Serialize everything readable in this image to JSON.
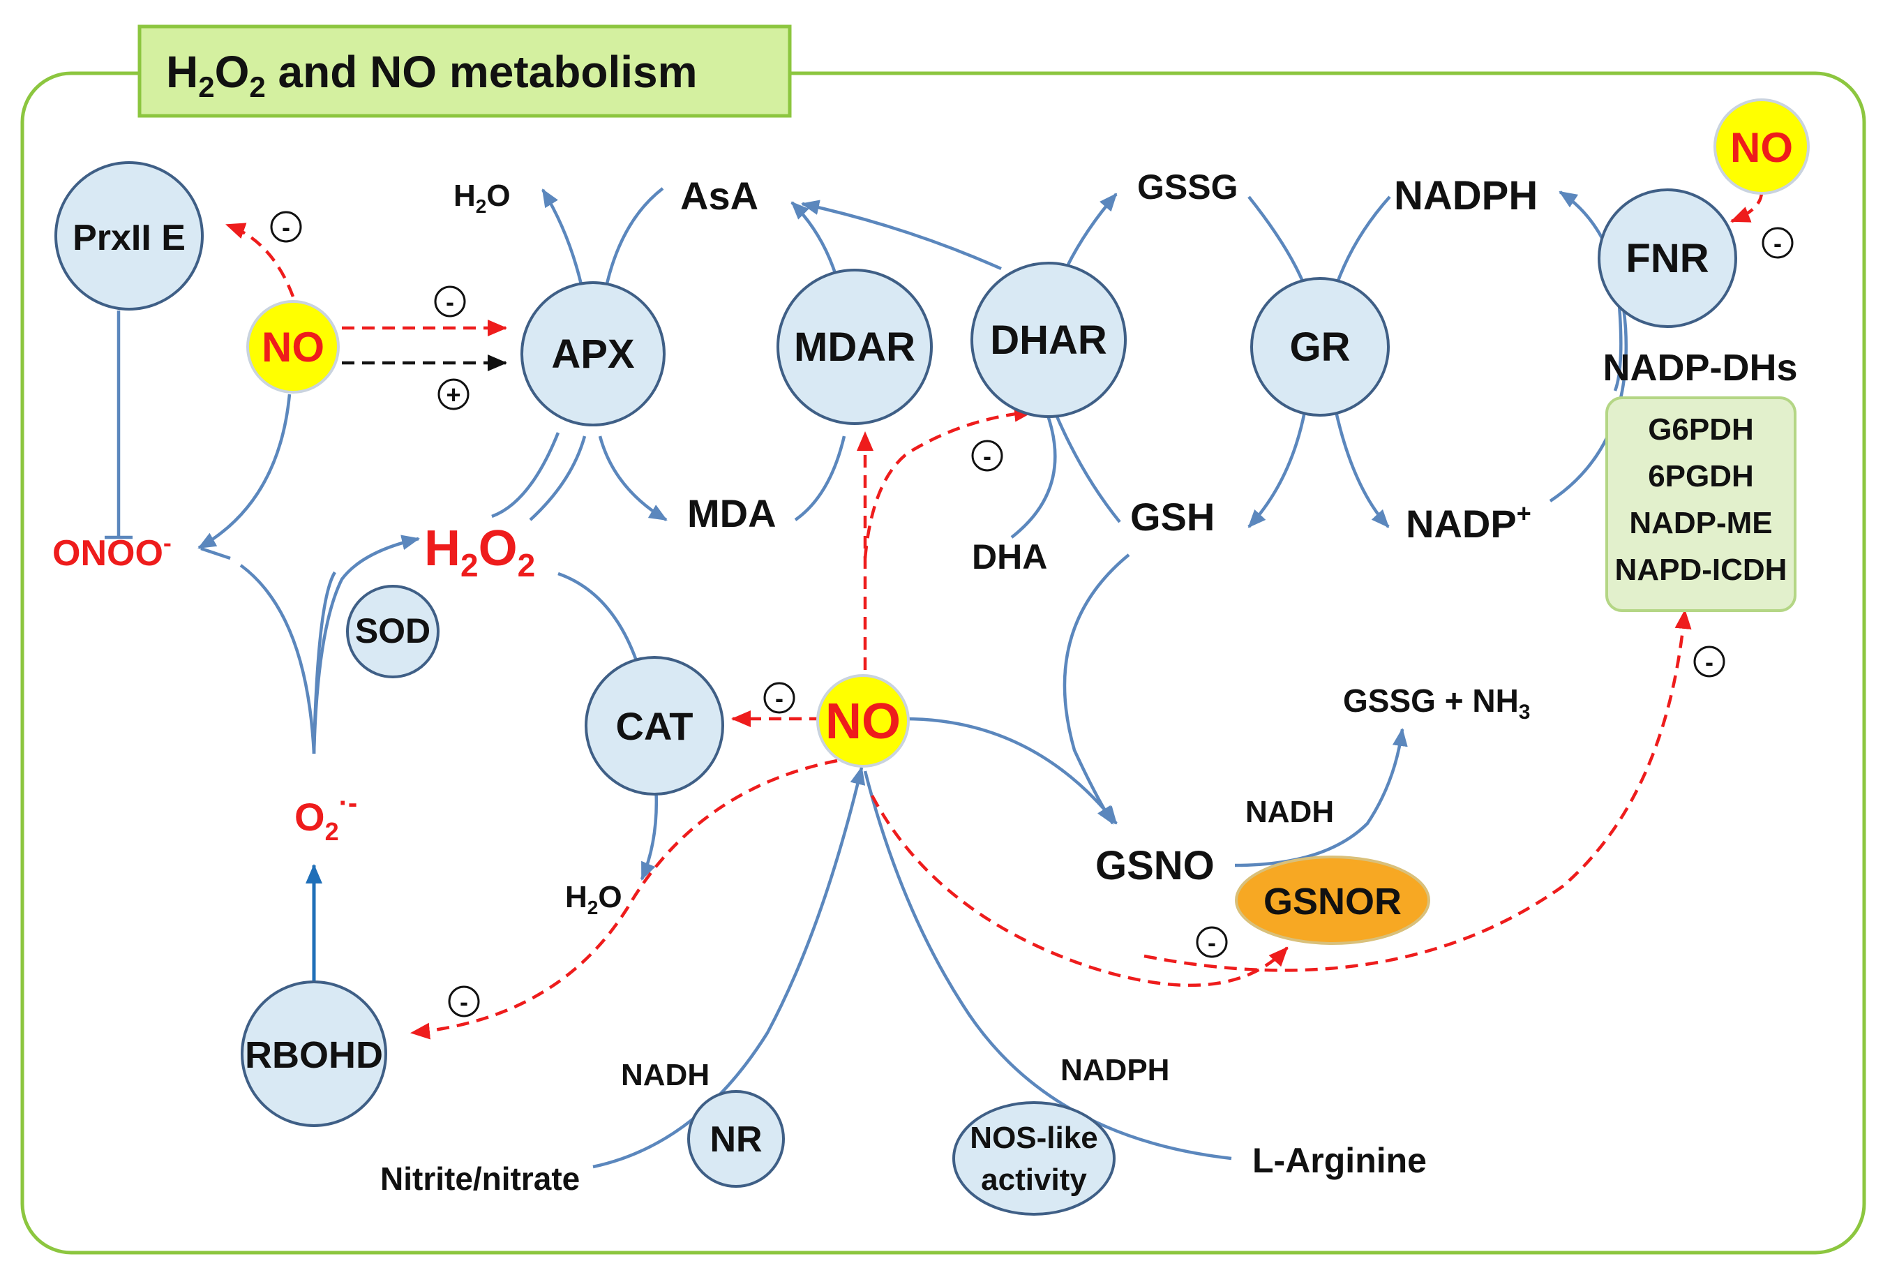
{
  "title": {
    "main": "H",
    "sub1": "2",
    "mid": "O",
    "sub2": "2",
    "rest": " and NO metabolism"
  },
  "enzymes": {
    "prxiie": "PrxII E",
    "apx": "APX",
    "mdar": "MDAR",
    "dhar": "DHAR",
    "gr": "GR",
    "fnr": "FNR",
    "sod": "SOD",
    "cat": "CAT",
    "rbohd": "RBOHD",
    "nr": "NR",
    "nos_line1": "NOS-like",
    "nos_line2": "activity",
    "gsnor": "GSNOR"
  },
  "no_label": "NO",
  "metabolites": {
    "h2o_top_a": "H",
    "h2o_top_b": "2",
    "h2o_top_c": "O",
    "asa": "AsA",
    "gssg": "GSSG",
    "nadph_top": "NADPH",
    "mda": "MDA",
    "dha": "DHA",
    "gsh": "GSH",
    "nadp_a": "NADP",
    "nadp_b": "+",
    "onoo_a": "ONOO",
    "onoo_b": "-",
    "h2o2_a": "H",
    "h2o2_b": "2",
    "h2o2_c": "O",
    "h2o2_d": "2",
    "o2_a": "O",
    "o2_b": "2",
    "o2_c": "·-",
    "h2o_bot_a": "H",
    "h2o_bot_b": "2",
    "h2o_bot_c": "O",
    "gssg_nh3_a": "GSSG + NH",
    "gssg_nh3_b": "3",
    "nadh_gsnor": "NADH",
    "gsno": "GSNO",
    "nadh_nr": "NADH",
    "nitrite": "Nitrite/nitrate",
    "nadph_nos": "NADPH",
    "arginine": "L-Arginine"
  },
  "nadp_dhs": {
    "heading": "NADP-DHs",
    "items": [
      "G6PDH",
      "6PGDH",
      "NADP-ME",
      "NAPD-ICDH"
    ]
  },
  "signs": {
    "minus": "-",
    "plus": "+"
  },
  "colors": {
    "enzyme_fill": "#d9e9f4",
    "no_fill": "#ffff00",
    "red": "#ee1c1c",
    "line_blue": "#5b87bd",
    "frame_green": "#8cc63f",
    "title_fill": "#d4f0a0",
    "gsnor_fill": "#f7a823"
  }
}
